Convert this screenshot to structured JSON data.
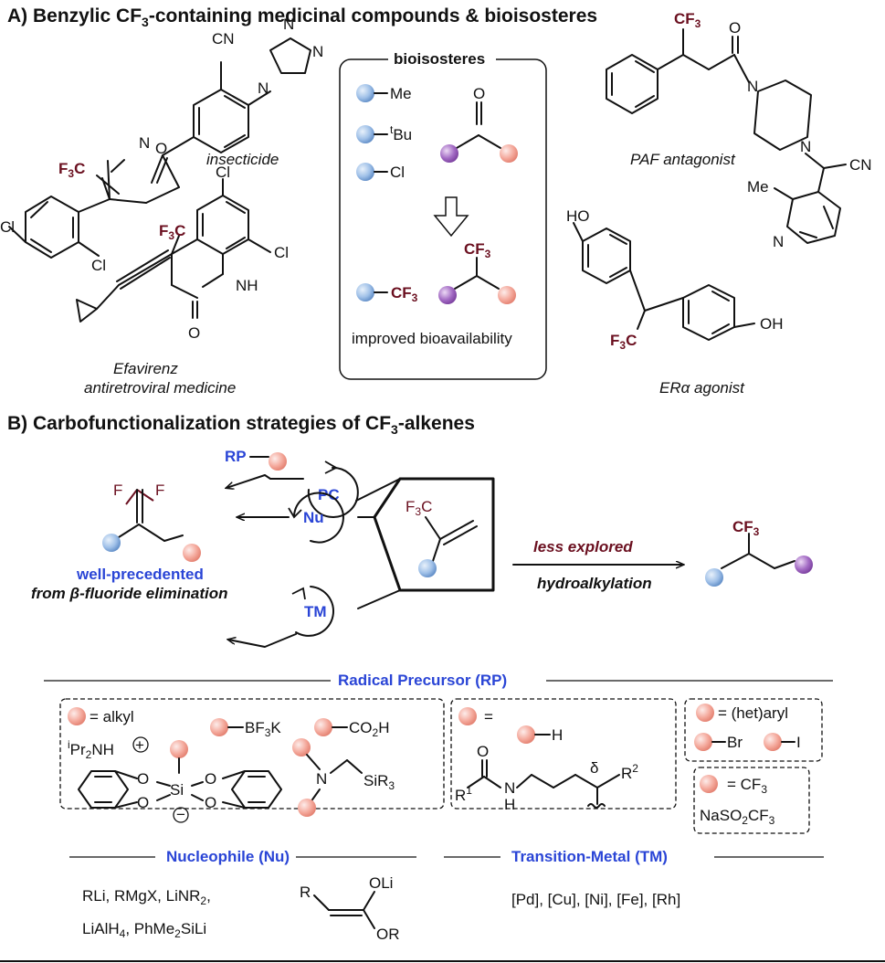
{
  "colors": {
    "accent_blue": "#2a45d6",
    "maroon": "#6b1020",
    "sphere_blue": "#9fc0e8",
    "sphere_pink": "#f4a99c",
    "sphere_purple": "#a36bc4"
  },
  "sectionA": {
    "title": "A) Benzylic CF",
    "title_sub": "3",
    "title_rest": "-containing medicinal compounds & bioisosteres"
  },
  "compounds": {
    "insecticide": {
      "label": "insecticide",
      "cn": "CN",
      "f3c": "F",
      "f3c_sub": "3",
      "f3c_c": "C",
      "n": "N",
      "o": "O",
      "n_triazole1": "N",
      "n_triazole2": "N",
      "n_triazole3": "N",
      "cl1": "Cl",
      "cl2": "Cl"
    },
    "efavirenz": {
      "name": "Efavirenz",
      "desc": "antiretroviral medicine",
      "f3c": "F",
      "f3c_sub": "3",
      "f3c_c": "C",
      "cl1": "Cl",
      "cl2": "Cl",
      "nh": "NH",
      "o": "O"
    },
    "paf": {
      "label": "PAF antagonist",
      "cf3": "CF",
      "cf3_sub": "3",
      "o": "O",
      "n1": "N",
      "n2": "N",
      "cn": "CN",
      "me": "Me",
      "n_pyr": "N"
    },
    "era": {
      "label_pre": "ER",
      "label_alpha": "α",
      "label_post": " agonist",
      "ho": "HO",
      "oh": "OH",
      "f3c": "F",
      "f3c_sub": "3",
      "f3c_c": "C"
    }
  },
  "bioisosteres": {
    "title": "bioisosteres",
    "me": "Me",
    "tbu_sup": "t",
    "tbu": "Bu",
    "cl": "Cl",
    "carbonyl_o": "O",
    "cf3_left": "CF",
    "cf3_left_sub": "3",
    "cf3_right": "CF",
    "cf3_right_sub": "3",
    "footer": "improved bioavailability"
  },
  "sectionB": {
    "title": "B) Carbofunctionalization strategies of CF",
    "title_sub": "3",
    "title_rest": "-alkenes"
  },
  "scheme": {
    "rp": "RP",
    "pc": "PC",
    "nu": "Nu",
    "tm": "TM",
    "f_left": "F",
    "f_right": "F",
    "wellprecedented": "well-precedented",
    "from_pre": "from ",
    "beta": "β",
    "from_post": "-fluoride elimination",
    "center_f3c": "F",
    "center_f3c_sub": "3",
    "center_f3c_c": "C",
    "less_explored": "less explored",
    "hydroalkylation": "hydroalkylation",
    "product_cf3": "CF",
    "product_cf3_sub": "3"
  },
  "rp_section": {
    "header": "Radical Precursor (RP)",
    "alkyl": "= alkyl",
    "bf3k_pre": "BF",
    "bf3k_sub": "3",
    "bf3k_post": "K",
    "co2h_pre": "CO",
    "co2h_sub": "2",
    "co2h_post": "H",
    "ipr_sup": "i",
    "ipr": "Pr",
    "ipr_sub": "2",
    "ipr_post": "NH",
    "plus": "+",
    "minus": "−",
    "si": "Si",
    "o": "O",
    "n": "N",
    "sir3_pre": "SiR",
    "sir3_sub": "3",
    "eq": "=",
    "h": "H",
    "amide_o": "O",
    "r1": "R",
    "r1_sup": "1",
    "amide_nh": "N",
    "amide_h": "H",
    "delta": "δ",
    "r2": "R",
    "r2_sup": "2",
    "hetaryl": "= (het)aryl",
    "br": "Br",
    "i": "I",
    "cf3_eq": "= CF",
    "cf3_eq_sub": "3",
    "naso2_pre": "NaSO",
    "naso2_sub": "2",
    "naso2_post": "CF",
    "naso2_sub2": "3"
  },
  "nu_section": {
    "header": "Nucleophile (Nu)",
    "line1": "RLi, RMgX, LiNR",
    "line1_sub": "2",
    "line1_post": ",",
    "line2_pre": "LiAlH",
    "line2_sub": "4",
    "line2_mid": ", PhMe",
    "line2_sub2": "2",
    "line2_post": "SiLi",
    "oli": "OLi",
    "r": "R",
    "or": "OR"
  },
  "tm_section": {
    "header": "Transition-Metal (TM)",
    "metals": "[Pd], [Cu], [Ni], [Fe], [Rh]"
  }
}
